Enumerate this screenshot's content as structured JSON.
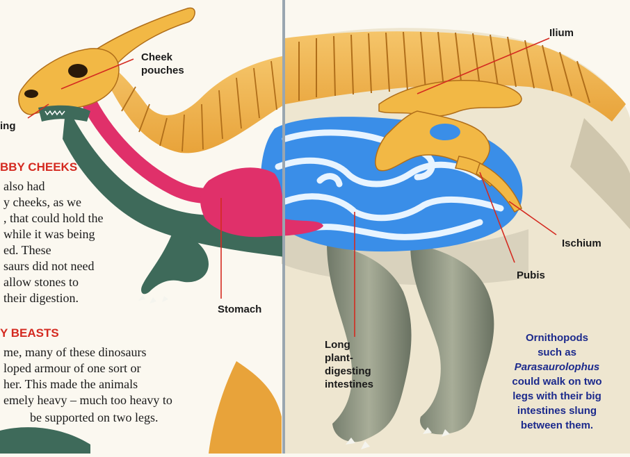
{
  "labels": {
    "cheek_pouches": [
      "Cheek",
      "pouches"
    ],
    "ing": "ing",
    "stomach": "Stomach",
    "ilium": "Ilium",
    "ischium": "Ischium",
    "pubis": "Pubis",
    "intestines": [
      "Long",
      "plant-",
      "digesting",
      "intestines"
    ]
  },
  "section1": {
    "heading": "BBY CHEEKS",
    "lines": [
      "also had",
      "y cheeks, as we",
      ", that could hold the",
      "while it was being",
      "ed. These",
      "saurs did not need",
      "allow stones to",
      "their digestion."
    ]
  },
  "section2": {
    "heading": "Y BEASTS",
    "lines": [
      "me, many of these dinosaurs",
      "loped armour of one sort or",
      "her. This made the animals",
      "emely heavy – much too heavy to",
      "be supported on two legs."
    ]
  },
  "caption": {
    "line1": "Ornithopods",
    "line2": "such as",
    "line3": "Parasaurolophus",
    "line4": "could walk on two",
    "line5": "legs with their big",
    "line6": "intestines slung",
    "line7": "between them."
  },
  "colors": {
    "bone": "#f2b845",
    "skin_green": "#3e6a5a",
    "stomach_pink": "#e0306a",
    "intestine_blue": "#3a8ee8",
    "leg_grey": "#8a9080",
    "heading_red": "#d42a20",
    "caption_blue": "#1c2a8c"
  }
}
